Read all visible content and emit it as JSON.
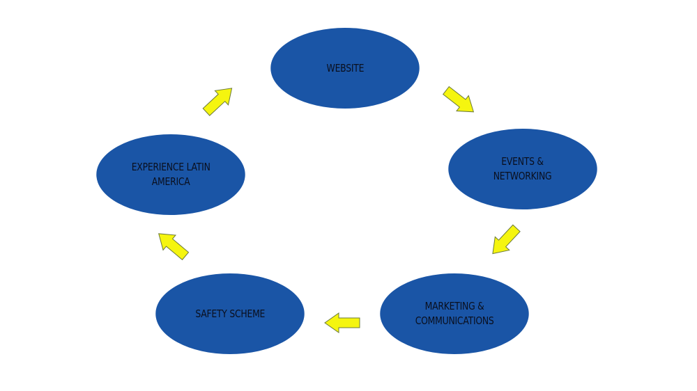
{
  "diagram": {
    "type": "cycle",
    "node_color": "#1a55a6",
    "arrow_color": "#f5f50f",
    "nodes": [
      {
        "id": "website",
        "label": "WEBSITE"
      },
      {
        "id": "events",
        "label": "EVENTS &\nNETWORKING"
      },
      {
        "id": "marketing",
        "label": "MARKETING &\nCOMMUNICATIONS"
      },
      {
        "id": "safety",
        "label": "SAFETY  SCHEME"
      },
      {
        "id": "experience",
        "label": "EXPERIENCE  LATIN\nAMERICA"
      }
    ],
    "edges": [
      {
        "from": "website",
        "to": "events"
      },
      {
        "from": "events",
        "to": "marketing"
      },
      {
        "from": "marketing",
        "to": "safety"
      },
      {
        "from": "safety",
        "to": "experience"
      },
      {
        "from": "experience",
        "to": "website"
      }
    ]
  }
}
